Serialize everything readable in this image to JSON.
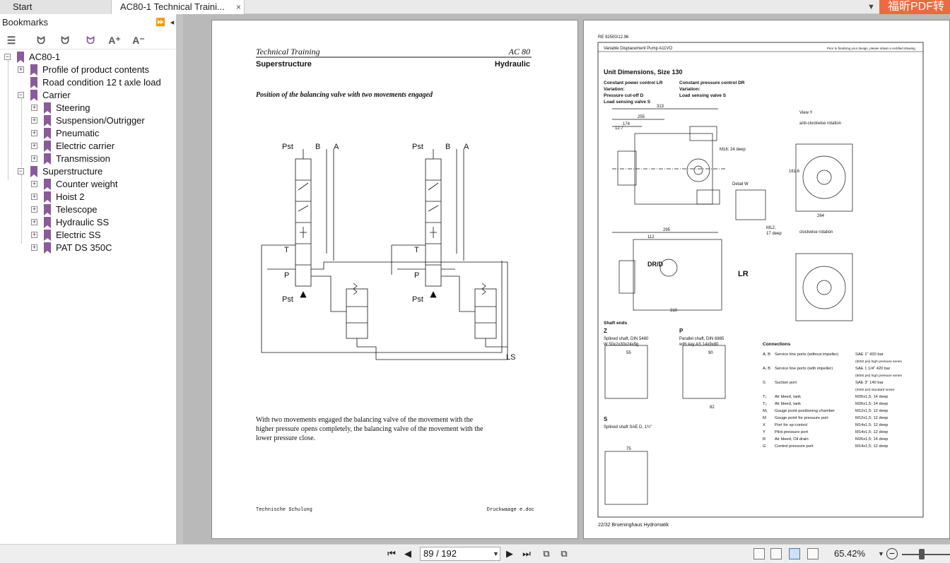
{
  "tabs": {
    "start": "Start",
    "document": "AC80-1 Technical Traini...",
    "close_glyph": "×",
    "promo": "福昕PDF转"
  },
  "sidebar": {
    "title": "Bookmarks",
    "controls": "⏩ ◂",
    "tool_icons": [
      "bookmark-options-icon",
      "expand-bookmark-icon",
      "collapse-bookmark-icon",
      "find-bookmark-icon",
      "increase-font-icon",
      "decrease-font-icon"
    ],
    "tools": [
      "☰",
      "ᗢ",
      "ᗢ",
      "ᗢ",
      "A⁺",
      "A⁻"
    ],
    "root": "AC80-1",
    "items": [
      {
        "label": "Profile of product contents"
      },
      {
        "label": "Road condition 12 t axle load"
      },
      {
        "label": "Carrier"
      },
      {
        "label": "Steering"
      },
      {
        "label": "Suspension/Outrigger"
      },
      {
        "label": "Pneumatic"
      },
      {
        "label": "Electric carrier"
      },
      {
        "label": "Transmission"
      },
      {
        "label": "Superstructure"
      },
      {
        "label": "Counter weight"
      },
      {
        "label": "Hoist 2"
      },
      {
        "label": "Telescope"
      },
      {
        "label": "Hydraulic SS"
      },
      {
        "label": "Electric SS"
      },
      {
        "label": "PAT DS 350C"
      }
    ]
  },
  "left_page": {
    "header_left": "Technical Training",
    "header_right": "AC 80",
    "sub_left": "Superstructure",
    "sub_right": "Hydraulic",
    "caption": "Position of the balancing valve with two movements engaged",
    "labels": {
      "pst": "Pst",
      "b": "B",
      "a": "A",
      "t": "T",
      "p": "P",
      "ls": "LS"
    },
    "body_line1": "With two movements engaged the balancing valve of the movement with the",
    "body_line2": "higher pressure opens completely, the balancing valve of the movement with the",
    "body_line3": "lower pressure close.",
    "footer_left": "Technische Schulung",
    "footer_right": "Druckwaage e.doc"
  },
  "right_page": {
    "doc_no": "RE 92500/12.96",
    "head_left": "Variable Displacement Pump A11VO",
    "head_right": "Prior to finalizing your design, please obtain a certified drawing.",
    "title": "Unit Dimensions, Size 130",
    "spec_l1": "Constant power control LR",
    "spec_l2": "Variation:",
    "spec_l3": "Pressure cut-off D",
    "spec_l4": "Load sensing valve S",
    "spec_r1": "Constant pressure control DR",
    "spec_r2": "Variation:",
    "spec_r3": "Load sensing valve S",
    "view_y": "View Y",
    "anti_cw": "anti-clockwise rotation",
    "cw": "clockwise rotation",
    "detail_w": "Detail W",
    "m16": "M16; 24 deep",
    "m12": "M12;",
    "m12b": "17 deep",
    "lr": "LR",
    "drd": "DR/D",
    "shaft_ends": "Shaft ends",
    "z": "Z",
    "z_desc1": "Splined shaft, DIN 5480",
    "z_desc2": "W 50x2x30x24x9g",
    "p": "P",
    "p_desc1": "Parallel shaft, DIN 6885",
    "p_desc2": "with key AS 14x9x80",
    "s": "S",
    "s_desc1": "Splined shaft SAE D, 1¾\"",
    "connections_title": "Connections",
    "connections": [
      {
        "port": "A, B",
        "desc": "Service line ports (without impeller)",
        "spec": "SAE 1\" 420 bar"
      },
      {
        "port": "",
        "desc": "",
        "spec": "(6000 psi) high pressure series"
      },
      {
        "port": "A, B",
        "desc": "Service line ports (with impeller)",
        "spec": "SAE 1 1/4\" 420 bar"
      },
      {
        "port": "",
        "desc": "",
        "spec": "(6000 psi) high pressure series"
      },
      {
        "port": "S",
        "desc": "Suction port",
        "spec": "SAE 3\" 140 bar"
      },
      {
        "port": "",
        "desc": "",
        "spec": "(2000 psi) standard series"
      },
      {
        "port": "T₁",
        "desc": "Air bleed, tank",
        "spec": "M26x1,5; 14 deep"
      },
      {
        "port": "T₂",
        "desc": "Air bleed, tank",
        "spec": "M26x1,5; 14 deep"
      },
      {
        "port": "M₁",
        "desc": "Gauge point positioning chamber",
        "spec": "M12x1,5; 12 deep"
      },
      {
        "port": "M",
        "desc": "Gauge point for pressure port",
        "spec": "M12x1,5; 12 deep"
      },
      {
        "port": "X",
        "desc": "Port for sp-control",
        "spec": "M14x1,5; 12 deep"
      },
      {
        "port": "Y",
        "desc": "Pilot pressure port",
        "spec": "M14x1,5; 12 deep"
      },
      {
        "port": "R",
        "desc": "Air bleed, Oil drain",
        "spec": "M26x1,5; 14 deep"
      },
      {
        "port": "G",
        "desc": "Control pressure port",
        "spec": "M14x1,5; 12 deep"
      }
    ],
    "footer": "22/32 Brueninghaus Hydromatik",
    "dims": {
      "d313": "313",
      "d255": "255",
      "d174": "174",
      "d127": "12.7",
      "d295": "295",
      "d112": "112",
      "d310": "310",
      "d264": "264",
      "d1616": "161.6",
      "d55": "55",
      "d90": "90",
      "d82": "82",
      "d75": "75"
    }
  },
  "status": {
    "page_value": "89 / 192",
    "zoom": "65.42%"
  }
}
